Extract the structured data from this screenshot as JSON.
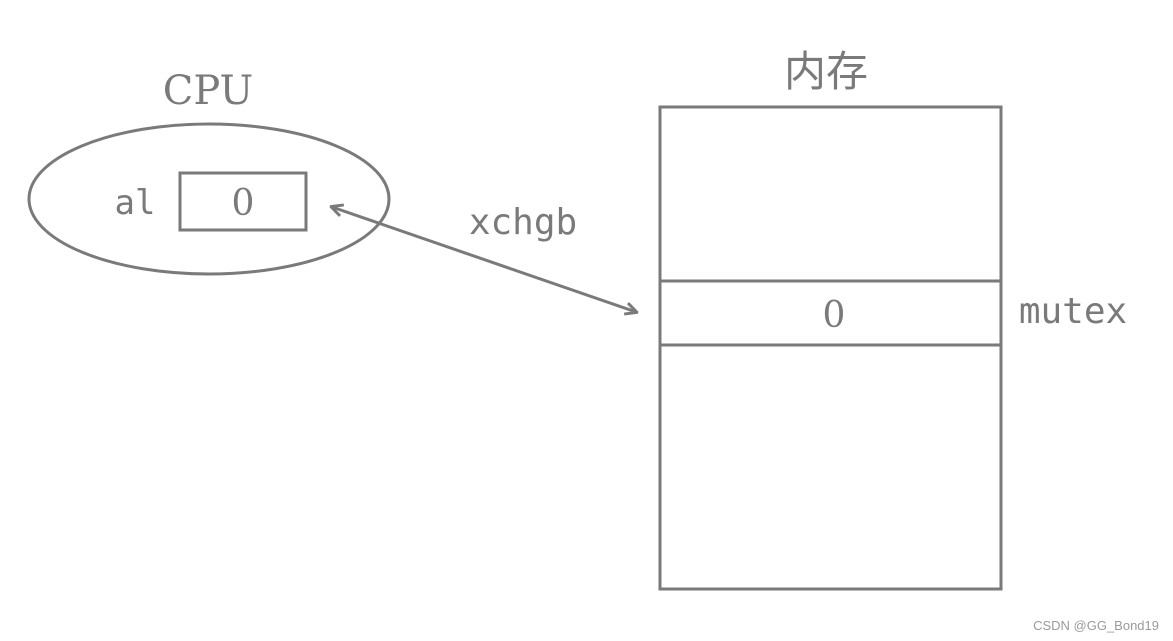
{
  "cpu": {
    "title": "CPU",
    "register_name": "al",
    "register_value": "0"
  },
  "memory": {
    "title": "内存",
    "cell_value": "0",
    "cell_label": "mutex"
  },
  "exchange": {
    "instruction": "xchgb"
  },
  "watermark": "CSDN @GG_Bond19",
  "colors": {
    "stroke": "#7a7a7a",
    "text": "#7a7a7a",
    "background": "#ffffff"
  }
}
